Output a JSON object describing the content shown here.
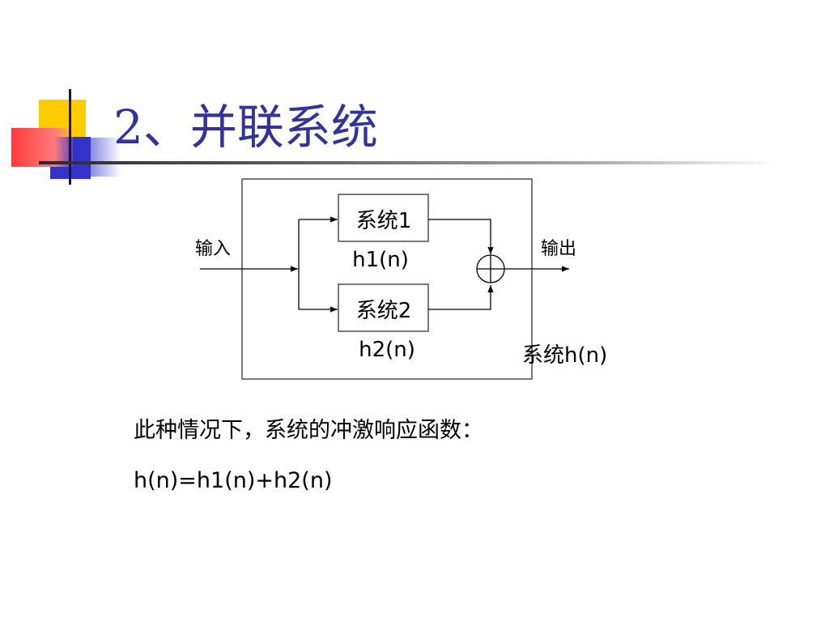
{
  "slide": {
    "title": "2、并联系统",
    "title_color": "#333399"
  },
  "decoration": {
    "yellow": "#FFCC00",
    "blue": "#3333CC",
    "red": "#FF3333",
    "dark_line": "#1a1a1a"
  },
  "diagram": {
    "input_label": "输入",
    "output_label": "输出",
    "system1_label": "系统1",
    "system1_response": "h1(n)",
    "system2_label": "系统2",
    "system2_response": "h2(n)",
    "overall_label": "系统h(n)"
  },
  "body": {
    "description": "此种情况下，系统的冲激响应函数：",
    "equation": "h(n)=h1(n)+h2(n)"
  }
}
